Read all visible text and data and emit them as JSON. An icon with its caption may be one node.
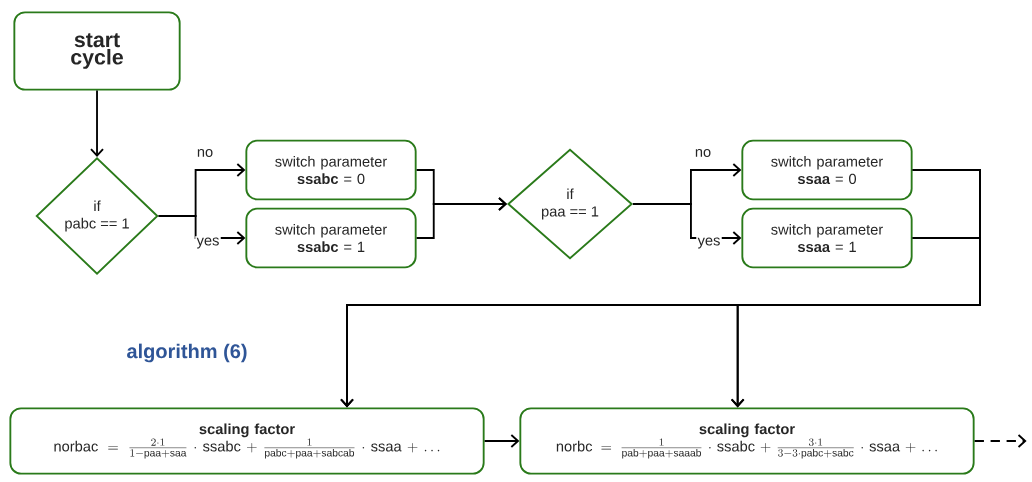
{
  "diagram": {
    "nodes": [
      {
        "text": [
          "start cycle"
        ]
      },
      {
        "text": [
          "if",
          "pabc == 1"
        ]
      },
      {
        "text": [
          "switch parameter",
          "**ssabc** = 0"
        ]
      },
      {
        "text": [
          "switch parameter",
          "**ssabc** = 1"
        ]
      },
      {
        "text": [
          "if",
          "paa == 1"
        ]
      },
      {
        "text": [
          "switch parameter",
          "**ssaa** = 0"
        ]
      },
      {
        "text": [
          "switch parameter",
          "**ssaa** = 1"
        ]
      },
      {
        "text": [
          "scaling factor",
          "\\mathrm{norbac} = \\frac{2\\cdot 1}{1-\\mathrm{paa}+\\mathrm{saa}}\\cdot \\mathrm{ssabc} + \\frac{1}{\\mathrm{pabc}+\\mathrm{paa}+\\mathrm{sabcab}}\\cdot \\mathrm{ssaa} + \\ldots"
        ]
      },
      {
        "text": [
          "scaling factor",
          "\\mathrm{norbc} = \\frac{1}{\\mathrm{pab}+\\mathrm{paa}+\\mathrm{saaab}}\\cdot \\mathrm{ssabc} + \\frac{3\\cdot 1}{3-3\\cdot \\mathrm{pabc}+\\mathrm{sabc}}\\cdot \\mathrm{ssaa} + \\ldots"
        ]
      }
    ],
    "edges": [
      {
        "from": 0,
        "to": 1,
        "arrow": "to"
      },
      {
        "from": 1,
        "to": 2,
        "arrow": "to",
        "label": "no"
      },
      {
        "from": 1,
        "to": 3,
        "arrow": "to",
        "label": "yes"
      },
      {
        "from": 2,
        "to": 4,
        "arrow": "to"
      },
      {
        "from": 3,
        "to": 4,
        "arrow": "to"
      },
      {
        "from": 4,
        "to": 5,
        "arrow": "to",
        "label": "no"
      },
      {
        "from": 4,
        "to": 6,
        "arrow": "to",
        "label": "yes"
      },
      {
        "from": 5,
        "to": 7,
        "arrow": "to"
      },
      {
        "from": 6,
        "to": 7,
        "arrow": "to"
      },
      {
        "from": 5,
        "to": 8,
        "arrow": "to"
      },
      {
        "from": 6,
        "to": 8,
        "arrow": "to"
      },
      {
        "from": 7,
        "to": 8,
        "arrow": "to"
      },
      {
        "from": 8,
        "to": null,
        "arrow": "to",
        "style": "dashed"
      }
    ],
    "labels": [
      "algorithm (6)"
    ]
  }
}
